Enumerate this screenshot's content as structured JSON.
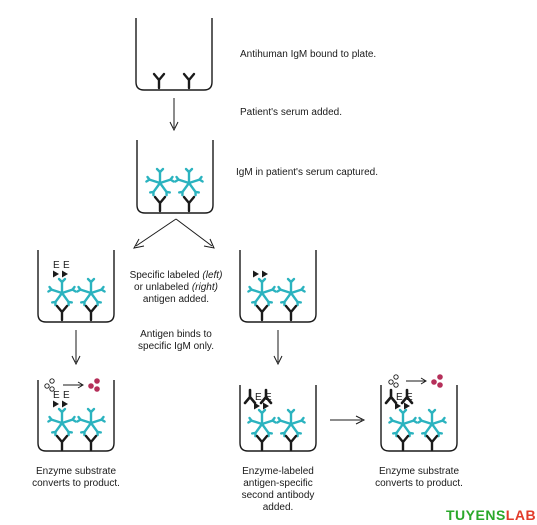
{
  "steps": {
    "s1": "Antihuman IgM bound to plate.",
    "s2": "Patient's serum added.",
    "s3": "IgM in patient's serum captured.",
    "s4_line1": "Specific labeled ",
    "s4_line1_italic": "(left)",
    "s4_line2": "or unlabeled ",
    "s4_line2_italic": "(right)",
    "s4_line3": "antigen added.",
    "s5_line1": "Antigen binds to",
    "s5_line2": "specific IgM only.",
    "left_final_line1": "Enzyme substrate",
    "left_final_line2": "converts to product.",
    "mid_final_line1": "Enzyme-labeled",
    "mid_final_line2": "antigen-specific",
    "mid_final_line3": "second antibody",
    "mid_final_line4": "added.",
    "right_final_line1": "Enzyme substrate",
    "right_final_line2": "converts to product."
  },
  "enzyme_letter": "E",
  "watermark": {
    "part1": "TUYENS",
    "part2": "LAB"
  },
  "colors": {
    "igm": "#2bb3bf",
    "antibody": "#1a1a1a",
    "product": "#b5305a",
    "line": "#1a1a1a"
  }
}
